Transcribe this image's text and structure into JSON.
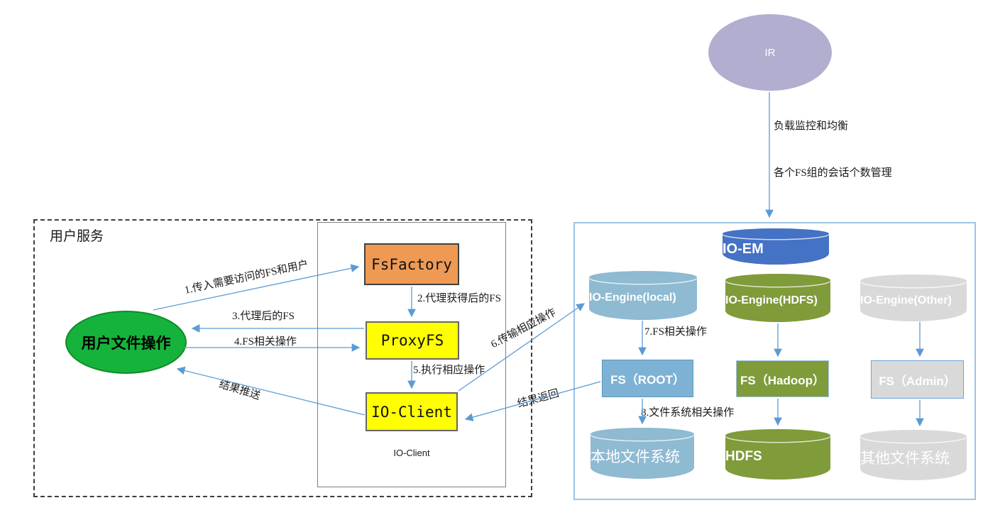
{
  "diagram": {
    "ir_node": "IR",
    "annotations": {
      "load_balance": "负载监控和均衡",
      "session_mgmt": "各个FS组的会话个数管理"
    },
    "user_service": {
      "title": "用户服务",
      "user_file_ops": "用户文件操作"
    },
    "io_client_group": {
      "fs_factory": "FsFactory",
      "proxy_fs": "ProxyFS",
      "io_client": "IO-Client",
      "caption": "IO-Client"
    },
    "flows": {
      "step1": "1.传入需要访问的FS和用户",
      "step2": "2.代理获得后的FS",
      "step3": "3.代理后的FS",
      "step4": "4.FS相关操作",
      "step5": "5.执行相应操作",
      "step6": "6.传输相应操作",
      "step7": "7.FS相关操作",
      "step8": "8.文件系统相关操作",
      "result_push": "结果推送",
      "result_return": "结果返回"
    },
    "engine_group": {
      "io_em": "IO-EM",
      "columns": [
        {
          "engine": "IO-Engine(local)",
          "fs": "FS（ROOT）",
          "storage": "本地文件系统"
        },
        {
          "engine": "IO-Engine(HDFS)",
          "fs": "FS（Hadoop）",
          "storage": "HDFS"
        },
        {
          "engine": "IO-Engine(Other)",
          "fs": "FS（Admin）",
          "storage": "其他文件系统"
        }
      ]
    },
    "colors": {
      "arrow": "#5b9bd5",
      "ir_fill": "#b2aed0",
      "io_em_fill": "#4472c4",
      "local_fill": "#8ebad2",
      "hdfs_fill": "#7f9b3a",
      "other_fill": "#d9d9d9",
      "user_ops_fill": "#15b33c",
      "fs_factory_fill": "#ee9a55",
      "client_fill": "#ffff00"
    }
  }
}
